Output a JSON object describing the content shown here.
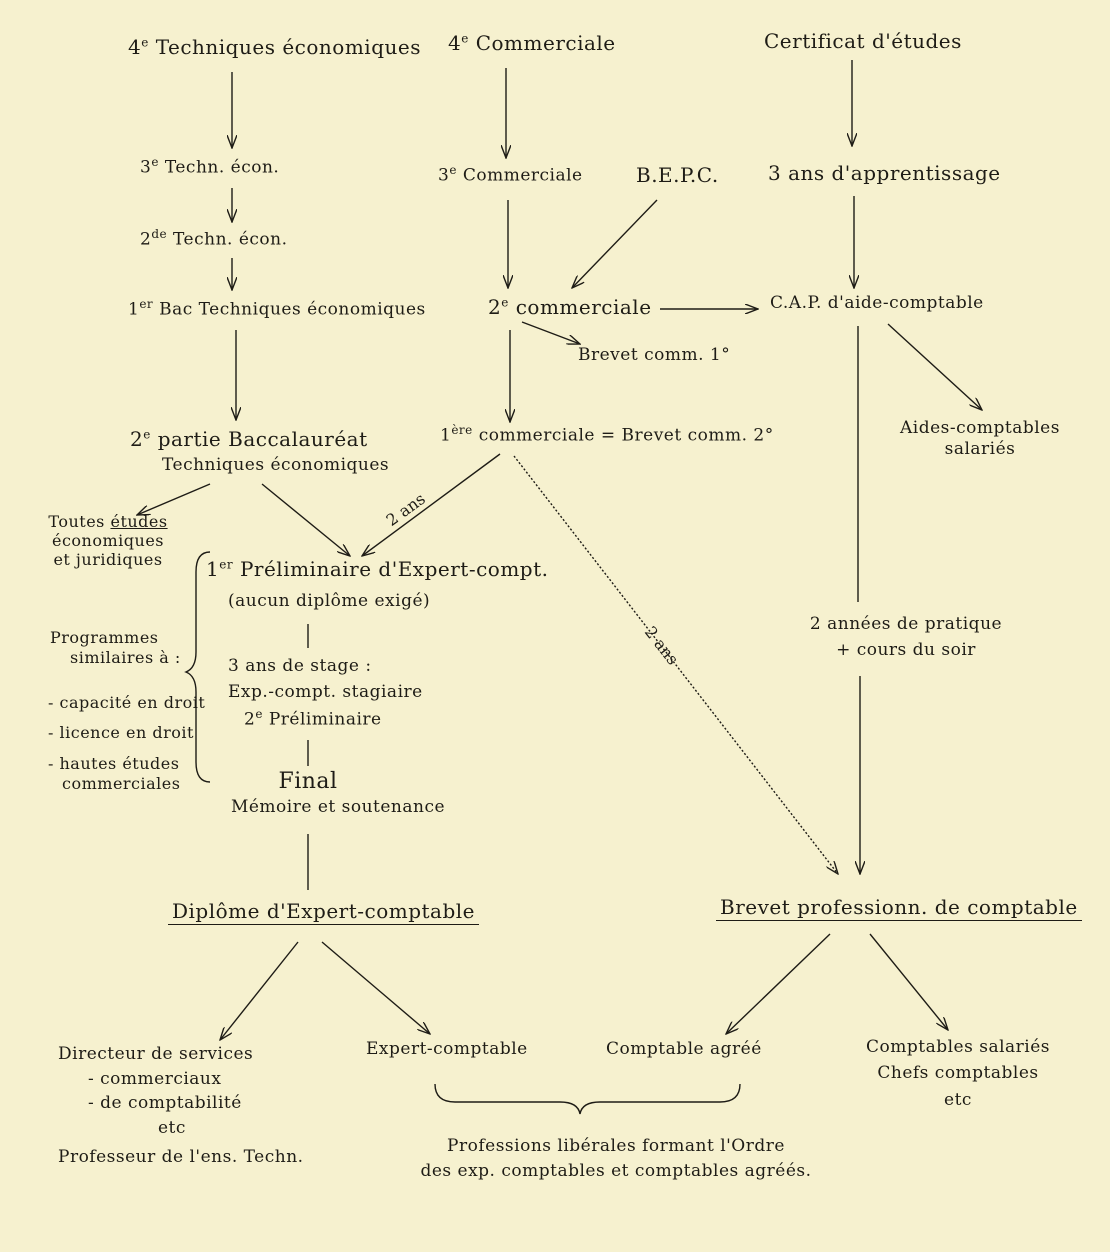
{
  "nodes": {
    "techeco4": {
      "grade": "4",
      "sup": "e",
      "label": "Techniques économiques"
    },
    "comm4": {
      "grade": "4",
      "sup": "e",
      "label": "Commerciale"
    },
    "certif": "Certificat d'études",
    "techeco3": {
      "grade": "3",
      "sup": "e",
      "label": "Techn. écon."
    },
    "comm3": {
      "grade": "3",
      "sup": "e",
      "label": "Commerciale"
    },
    "bepc": "B.E.P.C.",
    "apprent": "3 ans d'apprentissage",
    "techeco2": {
      "grade": "2",
      "sup": "de",
      "label": "Techn. écon."
    },
    "bac1": {
      "grade": "1",
      "sup": "er",
      "label": "Bac Techniques économiques"
    },
    "comm2": {
      "grade": "2",
      "sup": "e",
      "label": "commerciale"
    },
    "cap": "C.A.P. d'aide-comptable",
    "brevet1": "Brevet comm. 1°",
    "bac2": {
      "grade": "2",
      "sup": "e",
      "label": "partie Baccalauréat",
      "line2": "Techniques économiques"
    },
    "comm1": {
      "grade": "1",
      "sup": "ère",
      "label": "commerciale = Brevet comm. 2°"
    },
    "aides": {
      "line1": "Aides-comptables",
      "line2": "salariés"
    },
    "toutes": {
      "line1": "Toutes",
      "line1b": "études",
      "line2": "économiques",
      "line3": "et juridiques"
    },
    "prelim1": {
      "grade": "1",
      "sup": "er",
      "label": "Préliminaire d'Expert-compt.",
      "line2": "(aucun diplôme exigé)"
    },
    "stage": {
      "line1": "3 ans de stage :",
      "line2": "Exp.-compt. stagiaire",
      "line3grade": "2",
      "line3sup": "e",
      "line3": "Préliminaire"
    },
    "final": {
      "line1": "Final",
      "line2": "Mémoire et soutenance"
    },
    "programmes": {
      "line1": "Programmes",
      "line2": "similaires à :",
      "items": [
        "- capacité en droit",
        "- licence en droit",
        "- hautes études",
        "commerciales"
      ]
    },
    "pratique": {
      "line1": "2 années de pratique",
      "line2": "+ cours du soir"
    },
    "diplome": "Diplôme d'Expert-comptable",
    "brevetpro": "Brevet professionn. de comptable",
    "directeur": {
      "line1": "Directeur de services",
      "line2": "- commerciaux",
      "line3": "- de comptabilité",
      "line4": "etc",
      "line5": "Professeur de l'ens. Techn."
    },
    "expert": "Expert-comptable",
    "agree": "Comptable agréé",
    "salaries": {
      "line1": "Comptables salariés",
      "line2": "Chefs comptables",
      "line3": "etc"
    },
    "liberales": {
      "line1": "Professions libérales formant l'Ordre",
      "line2": "des exp. comptables et comptables agréés."
    }
  },
  "edge_labels": {
    "deux_ans_a": "2 ans",
    "deux_ans_b": "2 ans"
  }
}
